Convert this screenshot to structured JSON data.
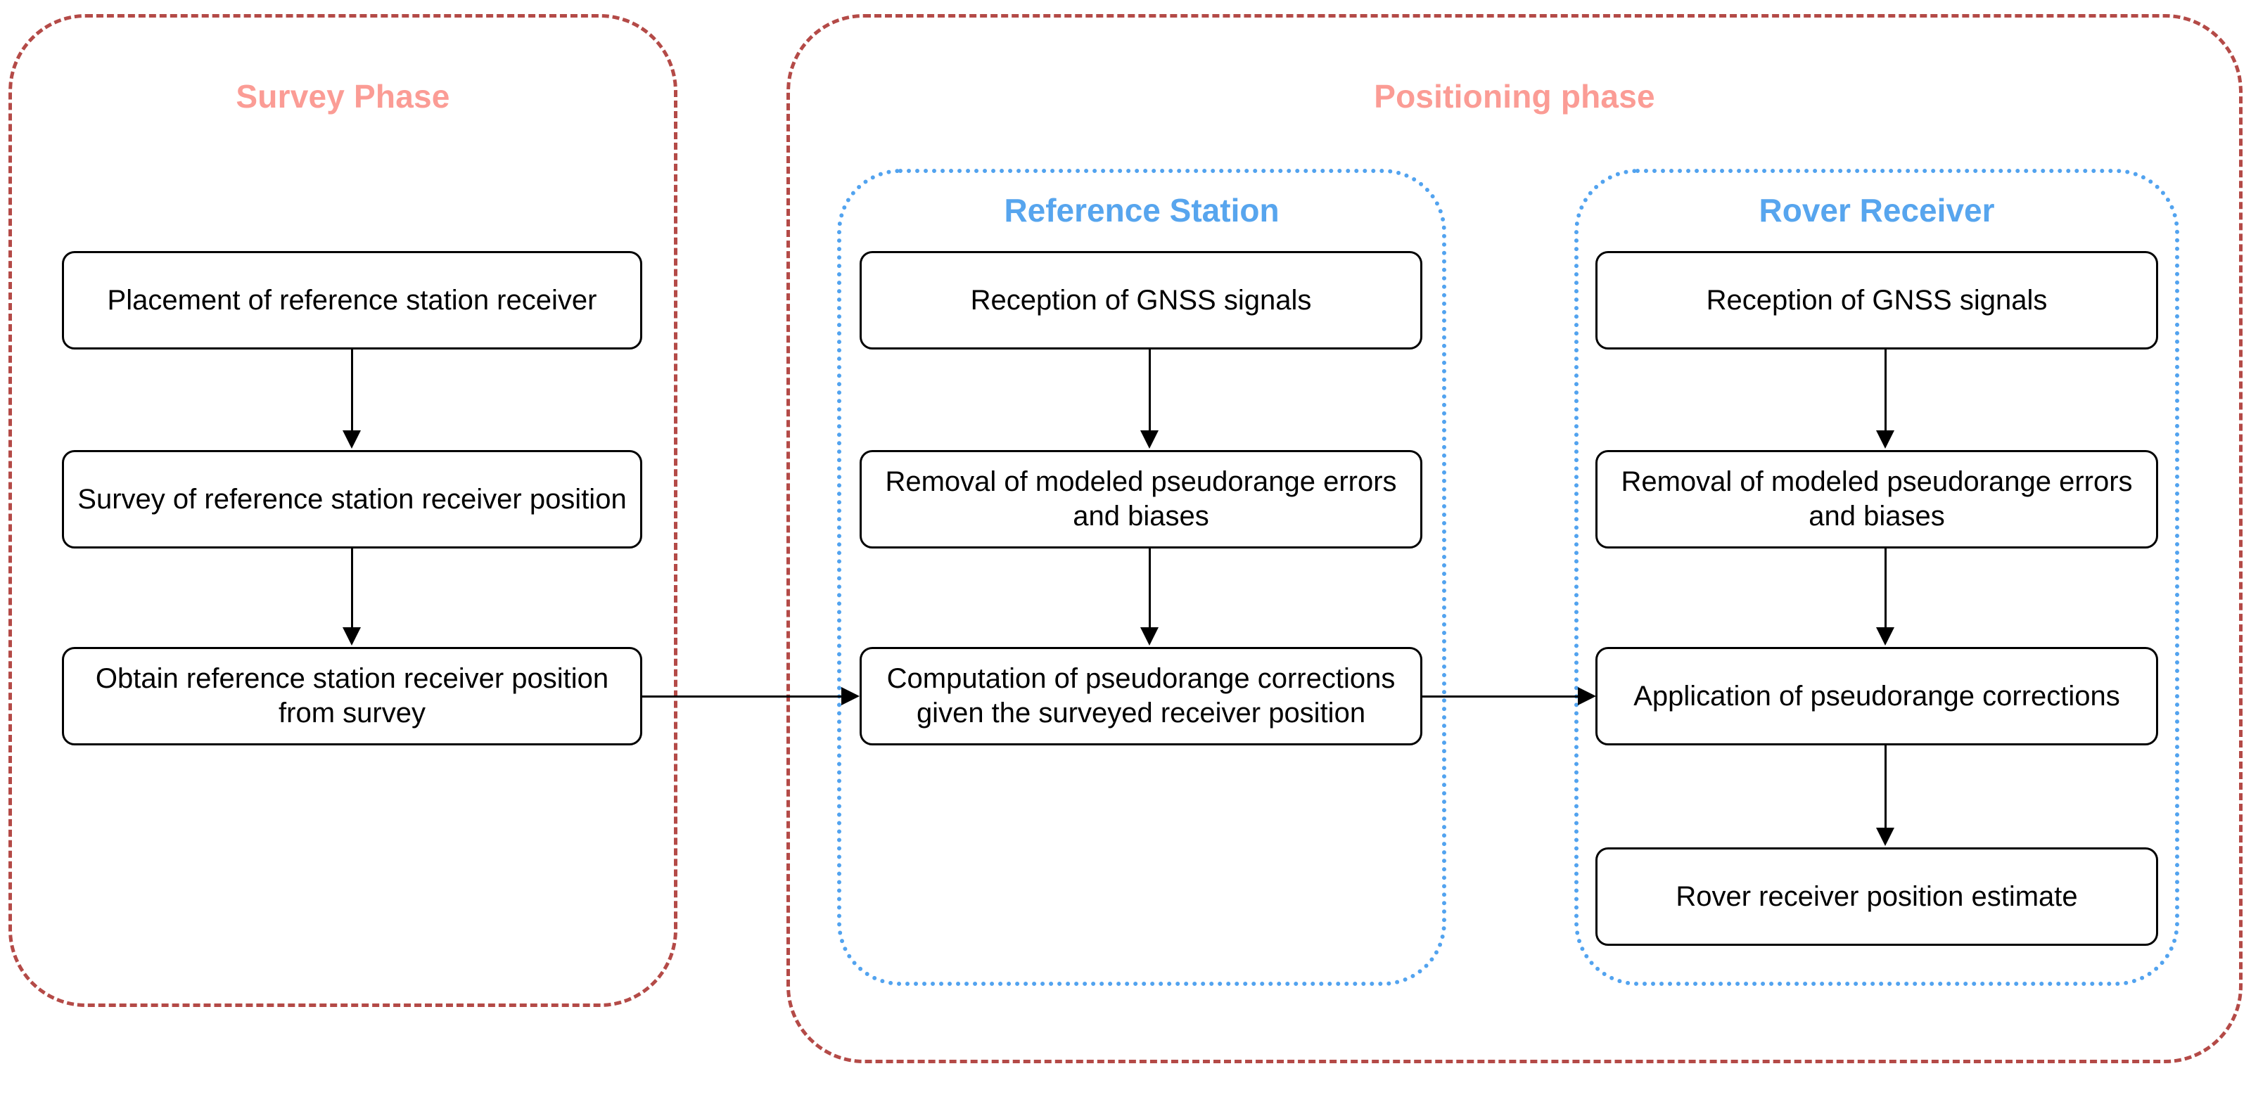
{
  "diagram": {
    "title": "DGNSS survey and positioning phase flowchart",
    "colors": {
      "phase_border": "#b44a47",
      "phase_title": "#fb9c95",
      "group_border": "#52a3ef",
      "group_title": "#57a5ee",
      "node_border": "#000000",
      "node_text": "#000000",
      "background": "#ffffff"
    },
    "phases": [
      {
        "id": "survey-phase",
        "label": "Survey Phase",
        "nodes": [
          {
            "id": "placement-of-reference-station-receiver",
            "label": "Placement of reference station receiver"
          },
          {
            "id": "survey-of-reference-station-receiver-position",
            "label": "Survey of reference station receiver position"
          },
          {
            "id": "obtain-reference-station-receiver-position-from-survey",
            "label": "Obtain reference station receiver position from survey"
          }
        ]
      },
      {
        "id": "positioning-phase",
        "label": "Positioning phase",
        "groups": [
          {
            "id": "reference-station",
            "label": "Reference Station",
            "nodes": [
              {
                "id": "reception-of-gnss-signals-ref",
                "label": "Reception of GNSS signals"
              },
              {
                "id": "removal-of-modeled-pseudorange-errors-and-biases-ref",
                "label": "Removal of modeled pseudorange errors and biases"
              },
              {
                "id": "computation-of-pseudorange-corrections",
                "label": "Computation of pseudorange corrections given the surveyed receiver position"
              }
            ]
          },
          {
            "id": "rover-receiver",
            "label": "Rover Receiver",
            "nodes": [
              {
                "id": "reception-of-gnss-signals-rover",
                "label": "Reception of GNSS signals"
              },
              {
                "id": "removal-of-modeled-pseudorange-errors-and-biases-rover",
                "label": "Removal of modeled pseudorange errors and biases"
              },
              {
                "id": "application-of-pseudorange-corrections",
                "label": "Application of pseudorange corrections"
              },
              {
                "id": "rover-receiver-position-estimate",
                "label": "Rover receiver position estimate"
              }
            ]
          }
        ]
      }
    ],
    "edges": [
      {
        "id": "edge-placement-to-survey",
        "from": "placement-of-reference-station-receiver",
        "to": "survey-of-reference-station-receiver-position",
        "direction": "down"
      },
      {
        "id": "edge-survey-to-obtain",
        "from": "survey-of-reference-station-receiver-position",
        "to": "obtain-reference-station-receiver-position-from-survey",
        "direction": "down"
      },
      {
        "id": "edge-obtain-to-computation",
        "from": "obtain-reference-station-receiver-position-from-survey",
        "to": "computation-of-pseudorange-corrections",
        "direction": "right"
      },
      {
        "id": "edge-reception-to-removal-ref",
        "from": "reception-of-gnss-signals-ref",
        "to": "removal-of-modeled-pseudorange-errors-and-biases-ref",
        "direction": "down"
      },
      {
        "id": "edge-removal-to-computation-ref",
        "from": "removal-of-modeled-pseudorange-errors-and-biases-ref",
        "to": "computation-of-pseudorange-corrections",
        "direction": "down"
      },
      {
        "id": "edge-computation-to-application",
        "from": "computation-of-pseudorange-corrections",
        "to": "application-of-pseudorange-corrections",
        "direction": "right"
      },
      {
        "id": "edge-reception-to-removal-rover",
        "from": "reception-of-gnss-signals-rover",
        "to": "removal-of-modeled-pseudorange-errors-and-biases-rover",
        "direction": "down"
      },
      {
        "id": "edge-removal-to-application-rover",
        "from": "removal-of-modeled-pseudorange-errors-and-biases-rover",
        "to": "application-of-pseudorange-corrections",
        "direction": "down"
      },
      {
        "id": "edge-application-to-estimate",
        "from": "application-of-pseudorange-corrections",
        "to": "rover-receiver-position-estimate",
        "direction": "down"
      }
    ]
  }
}
